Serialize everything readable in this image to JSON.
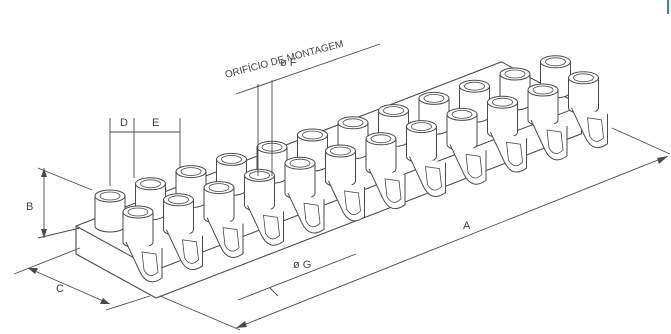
{
  "diagram": {
    "dimension_labels": {
      "A": "A",
      "B": "B",
      "C": "C",
      "D": "D",
      "E": "E",
      "F": "ø F",
      "G": "ø G"
    },
    "mounting_hole_label": "ORIFÍCIO DE MONTAGEM",
    "terminal_count": 12,
    "colors": {
      "line": "#4a4a4a",
      "fill": "#ffffff",
      "accent": "#2e86c1"
    }
  }
}
